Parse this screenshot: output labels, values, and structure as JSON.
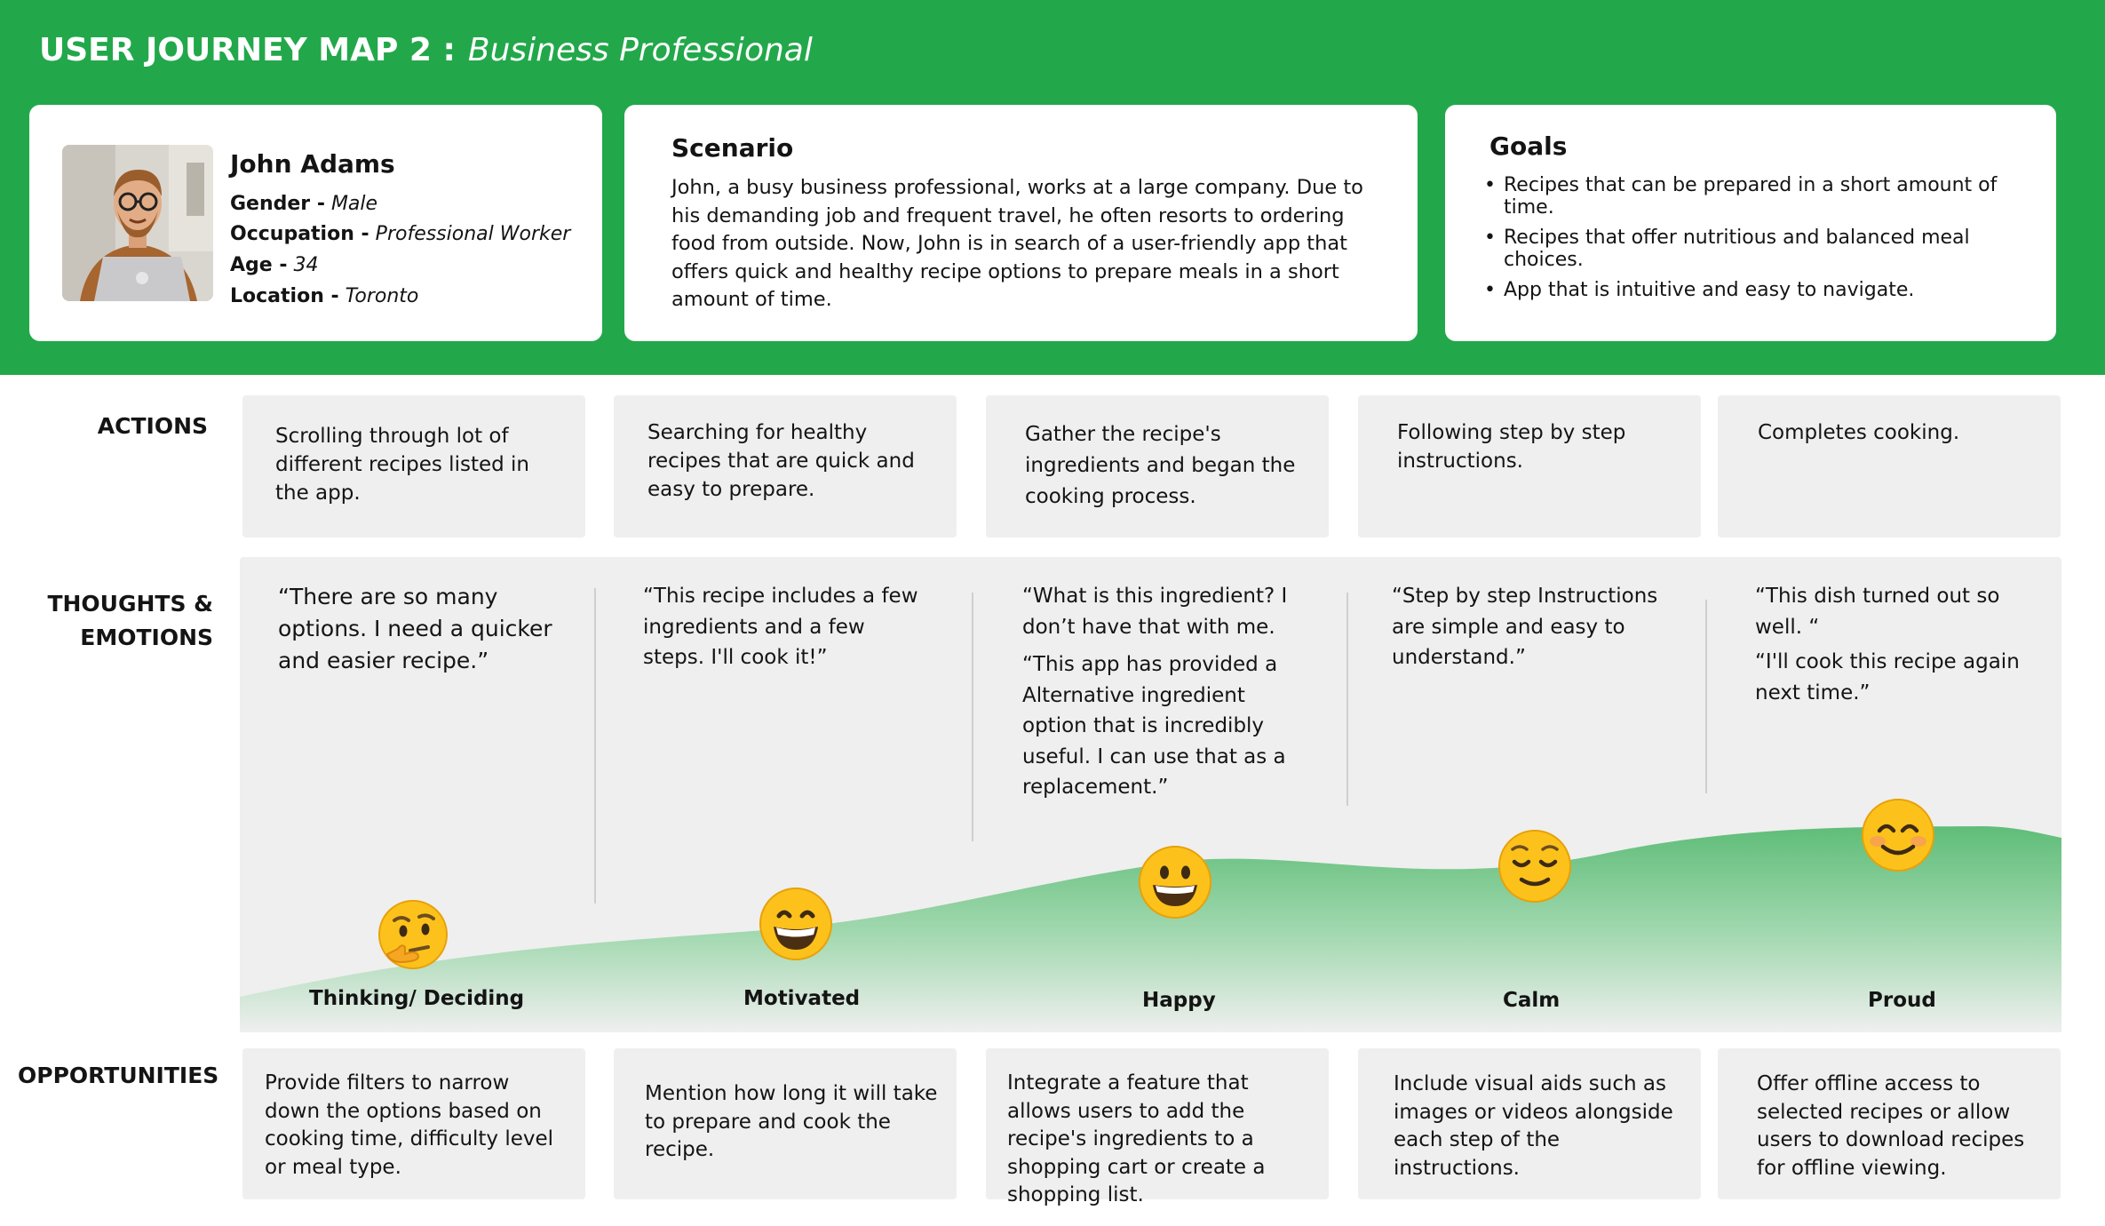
{
  "header": {
    "title_bold": "USER JOURNEY MAP 2 :",
    "title_italic": "Business Professional"
  },
  "persona": {
    "name": "John Adams",
    "fields": [
      {
        "label": "Gender -",
        "value": "Male"
      },
      {
        "label": "Occupation -",
        "value": "Professional Worker"
      },
      {
        "label": "Age -",
        "value": "34"
      },
      {
        "label": "Location -",
        "value": "Toronto"
      }
    ]
  },
  "scenario": {
    "title": "Scenario",
    "text": "John, a busy business professional, works at a large company. Due to his demanding job and frequent travel, he often resorts to ordering food from outside. Now, John is in search of a user-friendly app that offers quick and healthy recipe options to prepare meals in a short amount of time."
  },
  "goals": {
    "title": "Goals",
    "items": [
      "Recipes that can be prepared in a short amount of time.",
      "Recipes that offer nutritious and balanced meal choices.",
      "App that is intuitive and easy to navigate."
    ]
  },
  "rows": {
    "actions": "ACTIONS",
    "thoughts_1": "THOUGHTS &",
    "thoughts_2": "EMOTIONS",
    "opportunities": "OPPORTUNITIES"
  },
  "actions": [
    "Scrolling through lot of different recipes listed in the app.",
    "Searching for healthy recipes that are quick and easy to prepare.",
    "Gather the recipe's ingredients and began the cooking process.",
    "Following step by step instructions.",
    "Completes cooking."
  ],
  "thoughts": [
    [
      "“There are so many options. I need a quicker and easier recipe.”"
    ],
    [
      "“This recipe includes a few ingredients and a few steps. I'll cook it!”"
    ],
    [
      "“What is this ingredient? I don’t have that with me.",
      "“This app has provided a Alternative ingredient option that is incredibly useful. I can use that as a replacement.”"
    ],
    [
      "“Step by step Instructions are simple and easy to understand.”"
    ],
    [
      "“This dish turned out so well. “",
      "“I'll cook this recipe again next time.”"
    ]
  ],
  "emotions": [
    {
      "label": "Thinking/ Deciding",
      "icon": "thinking-face-icon"
    },
    {
      "label": "Motivated",
      "icon": "grinning-face-icon"
    },
    {
      "label": "Happy",
      "icon": "smiling-face-icon"
    },
    {
      "label": "Calm",
      "icon": "relieved-face-icon"
    },
    {
      "label": "Proud",
      "icon": "blushing-smile-icon"
    }
  ],
  "opportunities": [
    "Provide filters to narrow down the options based on cooking time, difficulty level or meal type.",
    "Mention how long it will take to prepare and cook the recipe.",
    "Integrate a feature that allows users to add the recipe's ingredients to a shopping cart or create a shopping list.",
    "Include visual aids such as images or videos alongside each step of the instructions.",
    "Offer offline access to selected recipes or allow users to download recipes for offline viewing."
  ],
  "colors": {
    "brand_green": "#22a84a",
    "curve_green": "#6cc283",
    "box_gray": "#efefef"
  }
}
